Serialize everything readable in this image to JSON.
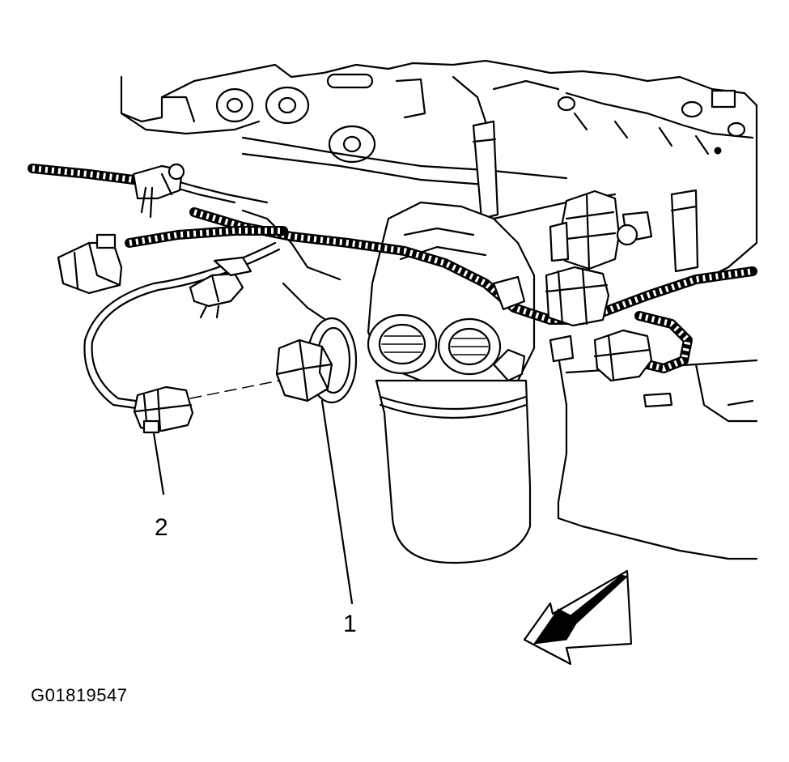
{
  "figure_id": "G01819547",
  "callouts": [
    {
      "number": "1",
      "target": "oil-pressure-sensor"
    },
    {
      "number": "2",
      "target": "sensor-harness-connector"
    }
  ],
  "orientation_arrow": "front",
  "colors": {
    "line": "#000000",
    "background": "#ffffff"
  }
}
